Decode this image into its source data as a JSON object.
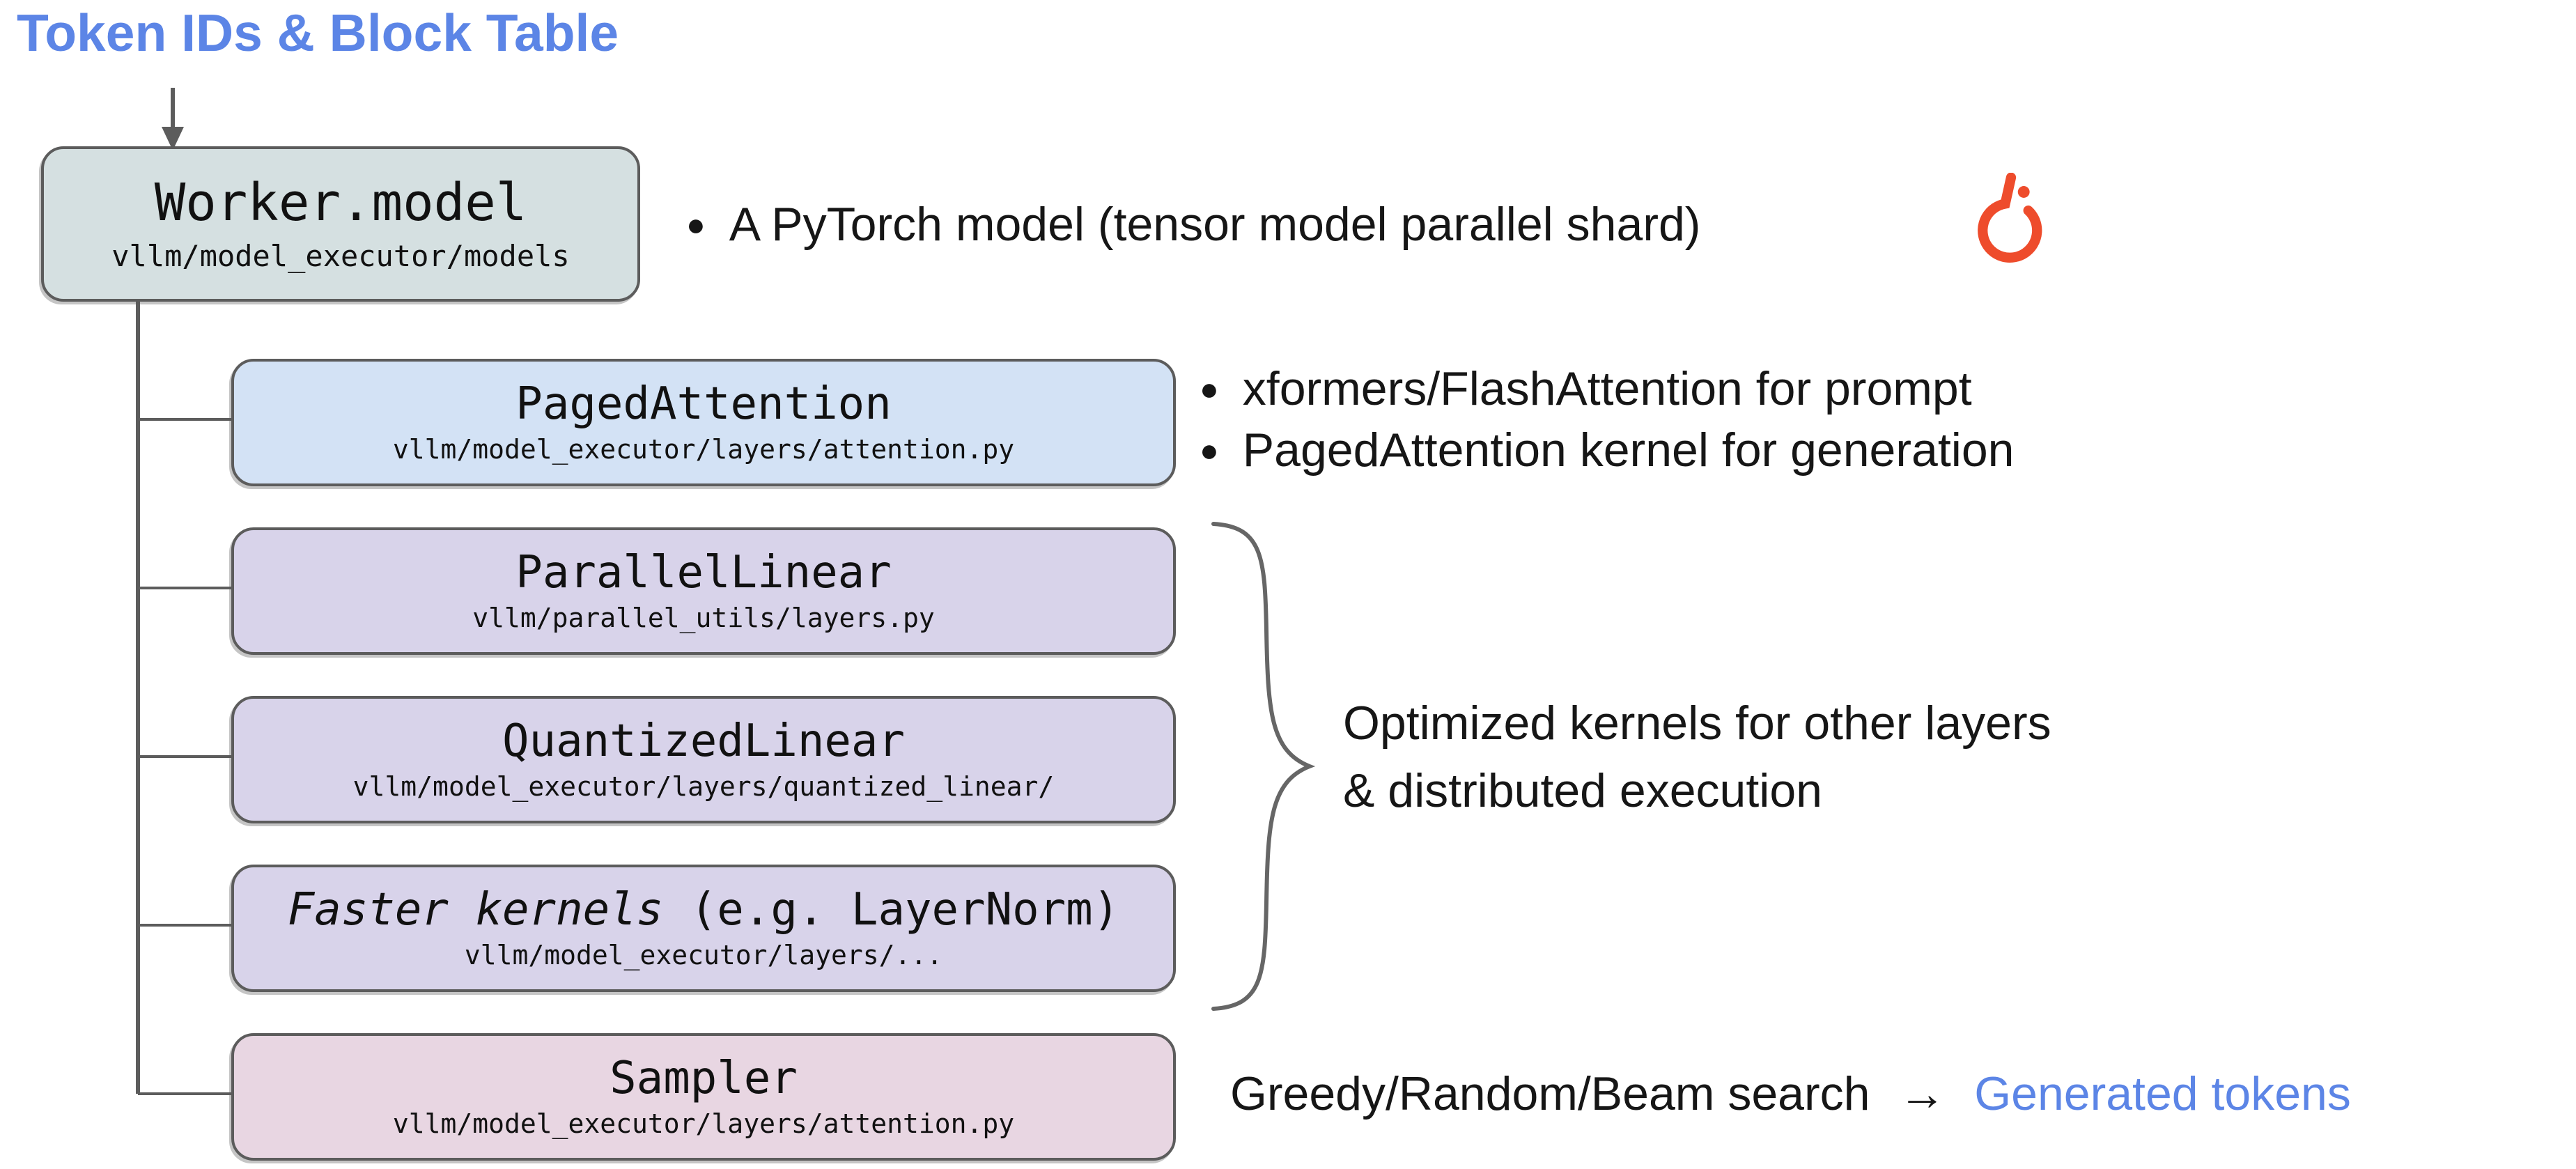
{
  "colors": {
    "accent_blue": "#5c85e6",
    "pytorch_orange": "#ee4c2c",
    "box_border": "#5c5c5c",
    "worker_fill": "#d5e0e1",
    "attention_fill": "#d3e2f5",
    "linear_fill": "#d8d3ea",
    "sampler_fill": "#e8d6e2"
  },
  "header": {
    "input_label": "Token IDs & Block Table"
  },
  "worker": {
    "title": "Worker.model",
    "path": "vllm/model_executor/models",
    "bullet": "●",
    "note": "A PyTorch model (tensor model parallel shard)"
  },
  "children": [
    {
      "title": "PagedAttention",
      "path": "vllm/model_executor/layers/attention.py",
      "notes": [
        "xformers/FlashAttention for prompt",
        "PagedAttention kernel for generation"
      ],
      "bullet": "●"
    },
    {
      "title": "ParallelLinear",
      "path": "vllm/parallel_utils/layers.py"
    },
    {
      "title": "QuantizedLinear",
      "path": "vllm/model_executor/layers/quantized_linear/"
    },
    {
      "title_italic": "Faster kernels",
      "title_plain": " (e.g. LayerNorm)",
      "path": "vllm/model_executor/layers/..."
    },
    {
      "title": "Sampler",
      "path": "vllm/model_executor/layers/attention.py"
    }
  ],
  "brace_note": {
    "line1": "Optimized kernels for other layers",
    "line2": "& distributed execution"
  },
  "sampler_note": {
    "black": "Greedy/Random/Beam search",
    "arrow": "→",
    "blue": "Generated tokens"
  }
}
